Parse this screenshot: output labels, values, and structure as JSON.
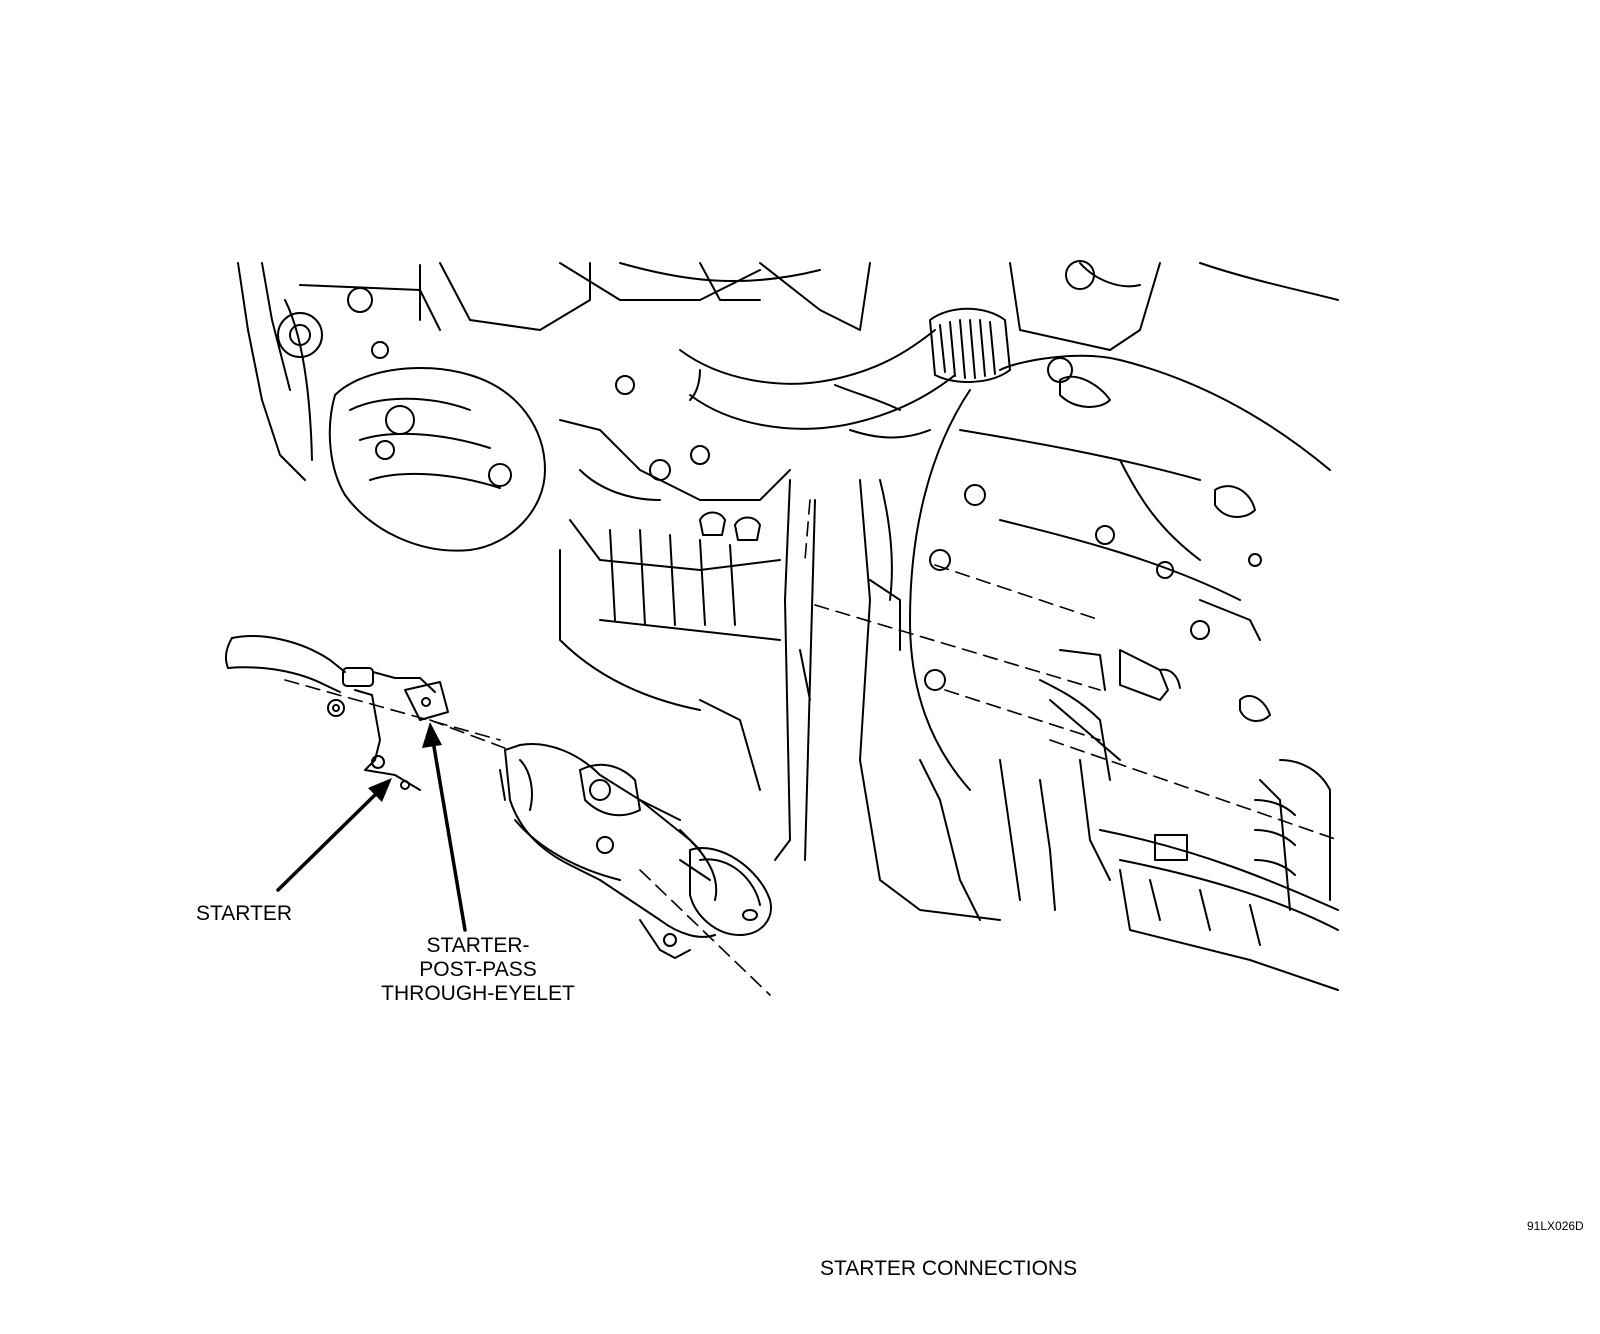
{
  "figure": {
    "title": "STARTER CONNECTIONS",
    "code": "91LX026D"
  },
  "callouts": {
    "starter": "STARTER",
    "eyelet": {
      "line1": "STARTER-",
      "line2": "POST-PASS",
      "line3": "THROUGH-EYELET"
    }
  },
  "colors": {
    "ink": "#000000",
    "paper": "#ffffff"
  }
}
